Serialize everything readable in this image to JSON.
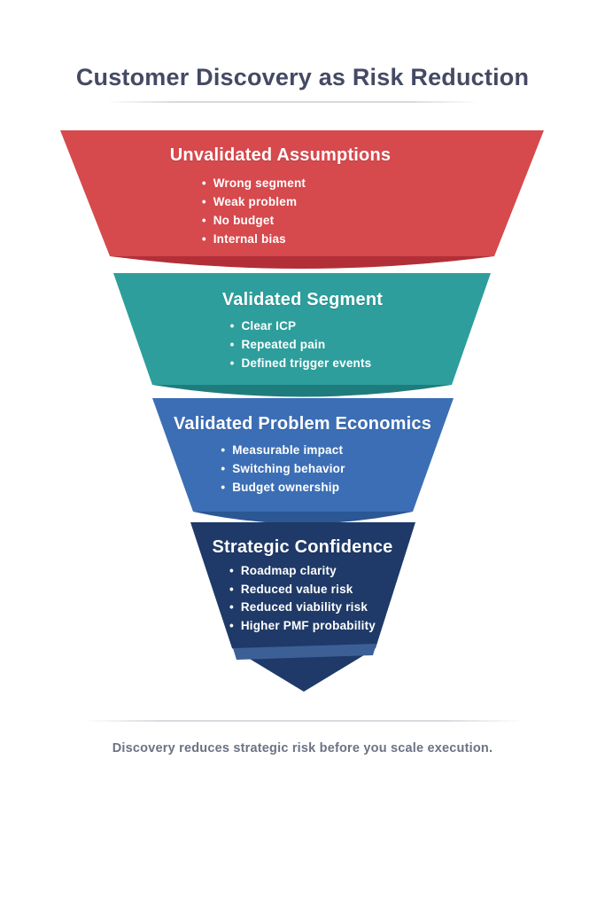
{
  "title": "Customer Discovery as Risk Reduction",
  "caption": "Discovery reduces strategic risk before you scale execution.",
  "funnel": {
    "stripe_color": "#3c6096",
    "levels": [
      {
        "name": "Unvalidated Assumptions",
        "color": "#d6494d",
        "shade": "#b22f38",
        "bullets": [
          "Wrong segment",
          "Weak problem",
          "No budget",
          "Internal bias"
        ]
      },
      {
        "name": "Validated Segment",
        "color": "#2d9e9c",
        "shade": "#1e7d7c",
        "bullets": [
          "Clear ICP",
          "Repeated pain",
          "Defined trigger events"
        ]
      },
      {
        "name": "Validated Problem Economics",
        "color": "#3c6eb5",
        "shade": "#2b5795",
        "bullets": [
          "Measurable impact",
          "Switching behavior",
          "Budget ownership"
        ]
      },
      {
        "name": "Strategic Confidence",
        "color": "#1f3a68",
        "shade": "#162c52",
        "bullets": [
          "Roadmap clarity",
          "Reduced value risk",
          "Reduced viability risk",
          "Higher PMF probability"
        ]
      }
    ]
  }
}
